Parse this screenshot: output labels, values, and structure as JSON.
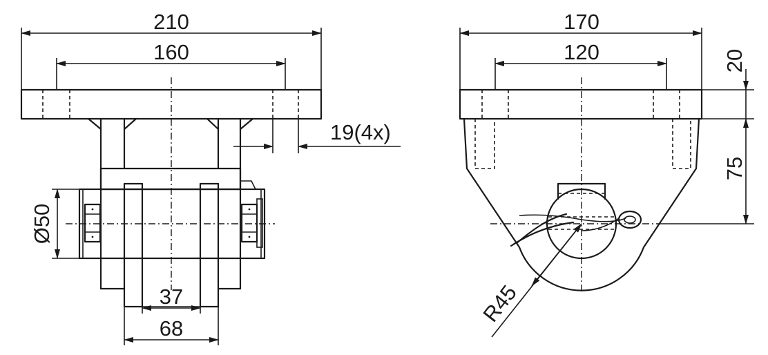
{
  "dimensions": {
    "front_width_total": "210",
    "front_hole_spacing": "160",
    "hole_diameter": "19(4x)",
    "tube_diameter": "Ø50",
    "inner_width": "37",
    "outer_width": "68",
    "side_width_total": "170",
    "side_hole_spacing": "120",
    "plate_thickness": "20",
    "height_to_center": "75",
    "radius": "R45"
  },
  "colors": {
    "line": "#1a1a1a",
    "background": "#ffffff"
  }
}
